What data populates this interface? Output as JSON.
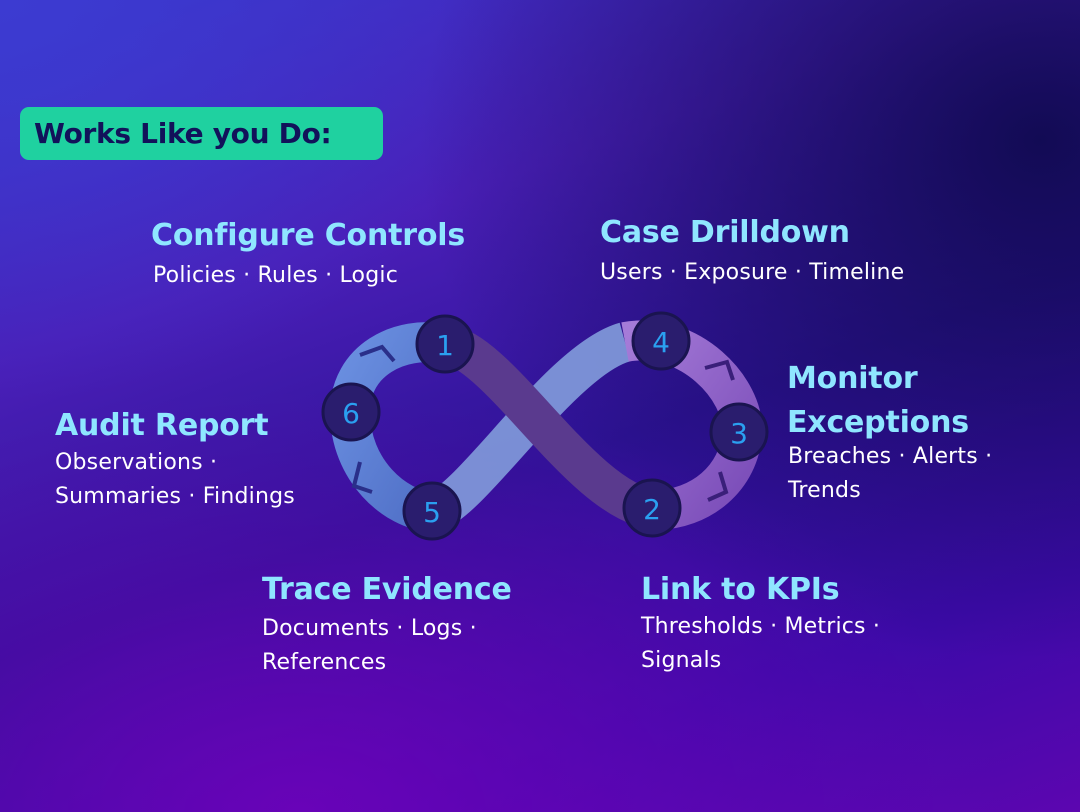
{
  "heading": "Works Like you Do:",
  "colors": {
    "accent_green": "#1fd1a0",
    "title_cyan": "#8fe6ff",
    "node_fill": "#2a1d6e",
    "node_number": "#2aa0f0",
    "loop_left": "#5b7fd0",
    "loop_right": "#8a5bc4"
  },
  "steps": [
    {
      "number": "1",
      "title": "Configure Controls",
      "description": "Policies · Rules · Logic"
    },
    {
      "number": "2",
      "title": "Link to KPIs",
      "description": "Thresholds · Metrics · Signals"
    },
    {
      "number": "3",
      "title": "Monitor Exceptions",
      "description": "Breaches · Alerts · Trends"
    },
    {
      "number": "4",
      "title": "Case Drilldown",
      "description": "Users · Exposure · Timeline"
    },
    {
      "number": "5",
      "title": "Trace Evidence",
      "description": "Documents · Logs · References"
    },
    {
      "number": "6",
      "title": "Audit Report",
      "description": "Observations · Summaries · Findings"
    }
  ]
}
